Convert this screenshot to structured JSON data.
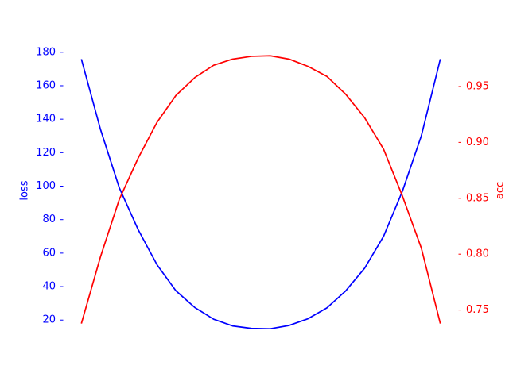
{
  "chart_data": {
    "type": "line",
    "title": "",
    "xlabel": "",
    "x": [
      0,
      1,
      2,
      3,
      4,
      5,
      6,
      7,
      8,
      9,
      10,
      11,
      12,
      13,
      14,
      15,
      16,
      17,
      18,
      19
    ],
    "left_axis": {
      "label": "loss",
      "color": "#0000ff",
      "ylim": [
        11.1,
        183.7
      ],
      "ticks": [
        20,
        40,
        60,
        80,
        100,
        120,
        140,
        160,
        180
      ],
      "tick_labels": [
        "20",
        "40",
        "60",
        "80",
        "100",
        "120",
        "140",
        "160",
        "180"
      ]
    },
    "right_axis": {
      "label": "acc",
      "color": "#ff0000",
      "ylim": [
        0.7277,
        0.9862
      ],
      "ticks": [
        0.75,
        0.8,
        0.85,
        0.9,
        0.95
      ],
      "tick_labels": [
        "0.75",
        "0.80",
        "0.85",
        "0.90",
        "0.95"
      ]
    },
    "series": [
      {
        "axis": "left",
        "color": "#0000ff",
        "values": [
          175.5,
          134,
          99,
          74,
          53,
          37.5,
          27.5,
          20.5,
          16.5,
          15,
          14.8,
          16.8,
          20.8,
          27.3,
          37.5,
          51,
          70,
          97,
          130,
          175.5
        ]
      },
      {
        "axis": "right",
        "color": "#ff0000",
        "values": [
          0.7385,
          0.7975,
          0.849,
          0.886,
          0.918,
          0.942,
          0.958,
          0.969,
          0.9745,
          0.977,
          0.9775,
          0.9745,
          0.968,
          0.959,
          0.943,
          0.922,
          0.894,
          0.852,
          0.8055,
          0.7385
        ]
      }
    ],
    "grid": false,
    "spines": false
  }
}
